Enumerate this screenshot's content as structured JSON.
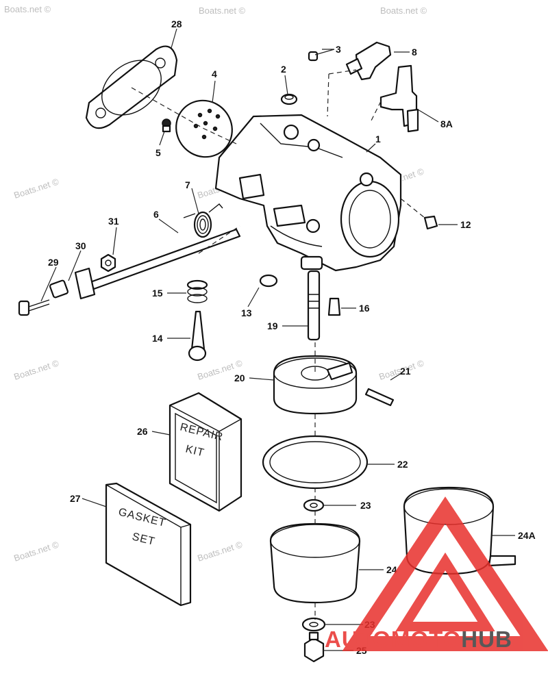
{
  "watermarks": [
    "Boats.net ©",
    "Boats.net ©",
    "Boats.net ©",
    "Boats.net ©",
    "Boats.net ©",
    "Boats.net ©",
    "Boats.net ©",
    "Boats.net ©",
    "Boats.net ©",
    "Boats.net ©",
    "Boats.net ©"
  ],
  "callouts": [
    {
      "id": "28",
      "label": "28"
    },
    {
      "id": "4",
      "label": "4"
    },
    {
      "id": "5",
      "label": "5"
    },
    {
      "id": "2",
      "label": "2"
    },
    {
      "id": "3",
      "label": "3"
    },
    {
      "id": "8",
      "label": "8"
    },
    {
      "id": "8A",
      "label": "8A"
    },
    {
      "id": "1",
      "label": "1"
    },
    {
      "id": "7",
      "label": "7"
    },
    {
      "id": "6",
      "label": "6"
    },
    {
      "id": "31",
      "label": "31"
    },
    {
      "id": "30",
      "label": "30"
    },
    {
      "id": "29",
      "label": "29"
    },
    {
      "id": "12",
      "label": "12"
    },
    {
      "id": "15",
      "label": "15"
    },
    {
      "id": "13",
      "label": "13"
    },
    {
      "id": "16",
      "label": "16"
    },
    {
      "id": "19",
      "label": "19"
    },
    {
      "id": "14",
      "label": "14"
    },
    {
      "id": "20",
      "label": "20"
    },
    {
      "id": "21",
      "label": "21"
    },
    {
      "id": "26",
      "label": "26"
    },
    {
      "id": "22",
      "label": "22"
    },
    {
      "id": "27",
      "label": "27"
    },
    {
      "id": "23a",
      "label": "23"
    },
    {
      "id": "24A",
      "label": "24A"
    },
    {
      "id": "24",
      "label": "24"
    },
    {
      "id": "23b",
      "label": "23"
    },
    {
      "id": "25",
      "label": "25"
    }
  ],
  "repair_kit": {
    "line1": "REPAIR",
    "line2": "KIT"
  },
  "gasket_set": {
    "line1": "GASKET",
    "line2": "SET"
  },
  "logo": {
    "part1": "AUTO",
    "part2": "MOTO",
    "part3": "HUB"
  },
  "colors": {
    "ink": "#111111",
    "logo_red": "#e8302c",
    "logo_grey": "#3c3c3c",
    "watermark": "#bdbdbd"
  }
}
